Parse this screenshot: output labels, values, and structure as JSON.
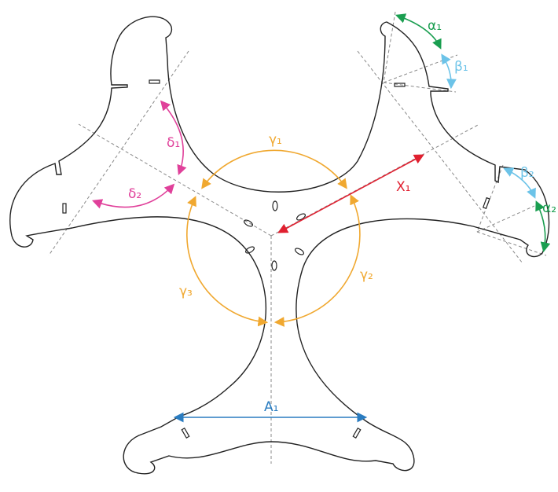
{
  "colors": {
    "alpha": "#1a9e50",
    "beta": "#6cc3e8",
    "gamma": "#f0a830",
    "delta": "#e0409a",
    "x": "#e02030",
    "a": "#2a7cc0"
  },
  "labels": {
    "alpha1": "α₁",
    "beta1": "β₁",
    "alpha2": "α₂",
    "beta2": "β₂",
    "delta1": "δ₁",
    "delta2": "δ₂",
    "gamma1": "γ₁",
    "gamma2": "γ₂",
    "gamma3": "γ₃",
    "x1": "X₁",
    "a1": "A₁"
  }
}
